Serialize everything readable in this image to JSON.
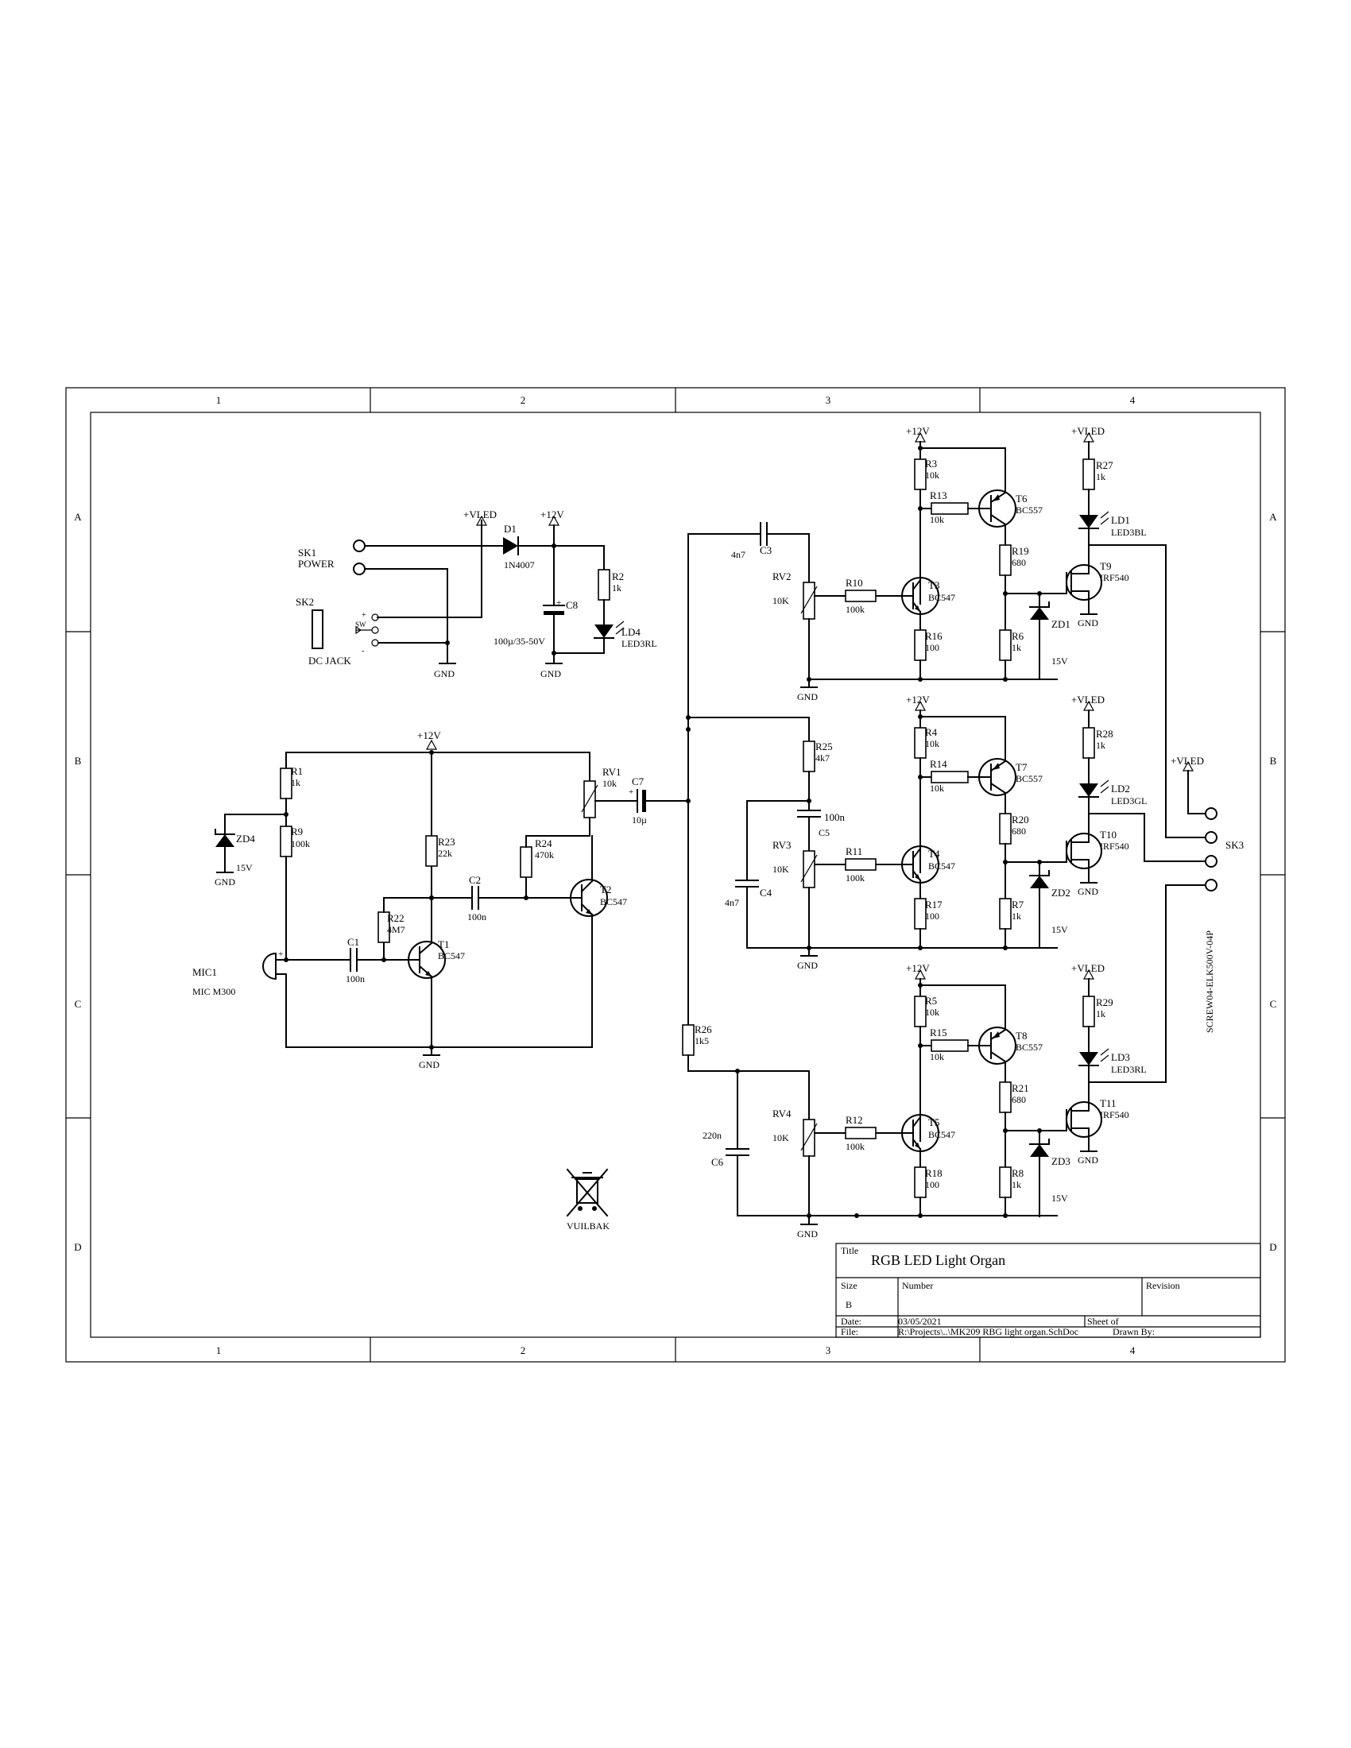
{
  "grid": {
    "columns": [
      "1",
      "2",
      "3",
      "4"
    ],
    "rows": [
      "A",
      "B",
      "C",
      "D"
    ]
  },
  "title_block": {
    "title_label": "Title",
    "title": "RGB LED Light Organ",
    "size_label": "Size",
    "size": "B",
    "number_label": "Number",
    "revision_label": "Revision",
    "date_label": "Date:",
    "date": "03/05/2021",
    "sheet_label": "Sheet    of",
    "file_label": "File:",
    "file": "R:\\Projects\\..\\MK209 RBG light organ.SchDoc",
    "drawn_label": "Drawn By:"
  },
  "power_section": {
    "sk1": "SK1",
    "sk1_name": "POWER",
    "sk2": "SK2",
    "sk2_name": "DC JACK",
    "sw": "SW",
    "vled": "+VLED",
    "v12": "+12V",
    "gnd": "GND",
    "d1": "D1",
    "d1_value": "1N4007",
    "c8": "C8",
    "c8_value": "100µ/35-50V",
    "r2": "R2",
    "r2_value": "1k",
    "ld4": "LD4",
    "ld4_value": "LED3RL"
  },
  "mic_section": {
    "v12": "+12V",
    "gnd": "GND",
    "gnd2": "GND",
    "r1": "R1",
    "r1_value": "1k",
    "r9": "R9",
    "r9_value": "100k",
    "zd4": "ZD4",
    "zd4_value": "15V",
    "mic1": "MIC1",
    "mic1_value": "MIC M300",
    "c1": "C1",
    "c1_value": "100n",
    "r22": "R22",
    "r22_value": "4M7",
    "t1": "T1",
    "t1_value": "BC547",
    "r23": "R23",
    "r23_value": "22k",
    "c2": "C2",
    "c2_value": "100n",
    "r24": "R24",
    "r24_value": "470k",
    "t2": "T2",
    "t2_value": "BC547",
    "rv1": "RV1",
    "rv1_value": "10k",
    "c7": "C7",
    "c7_value": "10µ"
  },
  "filter_section": {
    "c3": "C3",
    "c3_value": "4n7",
    "r25": "R25",
    "r25_value": "4k7",
    "c5": "C5",
    "c5_value": "100n",
    "c4": "C4",
    "c4_value": "4n7",
    "r26": "R26",
    "r26_value": "1k5",
    "c6": "C6",
    "c6_value": "220n"
  },
  "channels": [
    {
      "rv": "RV2",
      "rv_value": "10K",
      "r_base": "R10",
      "r_base_value": "100k",
      "t_npn": "T3",
      "t_npn_value": "BC547",
      "r_top": "R3",
      "r_top_value": "10k",
      "r_mid": "R13",
      "r_mid_value": "10k",
      "t_pnp": "T6",
      "t_pnp_value": "BC557",
      "r_col": "R19",
      "r_col_value": "680",
      "r_emit": "R16",
      "r_emit_value": "100",
      "r_gate": "R6",
      "r_gate_value": "1k",
      "zd": "ZD1",
      "zd_value": "15V",
      "mosfet": "T9",
      "mosfet_value": "IRF540",
      "r_led": "R27",
      "r_led_value": "1k",
      "led": "LD1",
      "led_value": "LED3BL",
      "v12": "+12V",
      "vled": "+VLED",
      "gnd": "GND",
      "gnd_fet": "GND"
    },
    {
      "rv": "RV3",
      "rv_value": "10K",
      "r_base": "R11",
      "r_base_value": "100k",
      "t_npn": "T4",
      "t_npn_value": "BC547",
      "r_top": "R4",
      "r_top_value": "10k",
      "r_mid": "R14",
      "r_mid_value": "10k",
      "t_pnp": "T7",
      "t_pnp_value": "BC557",
      "r_col": "R20",
      "r_col_value": "680",
      "r_emit": "R17",
      "r_emit_value": "100",
      "r_gate": "R7",
      "r_gate_value": "1k",
      "zd": "ZD2",
      "zd_value": "15V",
      "mosfet": "T10",
      "mosfet_value": "IRF540",
      "r_led": "R28",
      "r_led_value": "1k",
      "led": "LD2",
      "led_value": "LED3GL",
      "v12": "+12V",
      "vled": "+VLED",
      "gnd": "GND",
      "gnd_fet": "GND"
    },
    {
      "rv": "RV4",
      "rv_value": "10K",
      "r_base": "R12",
      "r_base_value": "100k",
      "t_npn": "T5",
      "t_npn_value": "BC547",
      "r_top": "R5",
      "r_top_value": "10k",
      "r_mid": "R15",
      "r_mid_value": "10k",
      "t_pnp": "T8",
      "t_pnp_value": "BC557",
      "r_col": "R21",
      "r_col_value": "680",
      "r_emit": "R18",
      "r_emit_value": "100",
      "r_gate": "R8",
      "r_gate_value": "1k",
      "zd": "ZD3",
      "zd_value": "15V",
      "mosfet": "T11",
      "mosfet_value": "IRF540",
      "r_led": "R29",
      "r_led_value": "1k",
      "led": "LD3",
      "led_value": "LED3RL",
      "v12": "+12V",
      "vled": "+VLED",
      "gnd": "GND",
      "gnd_fet": "GND"
    }
  ],
  "output": {
    "vled": "+VLED",
    "sk3": "SK3",
    "sk3_value": "SCREW04-ELK500V-04P"
  },
  "bin_label": "VUILBAK"
}
